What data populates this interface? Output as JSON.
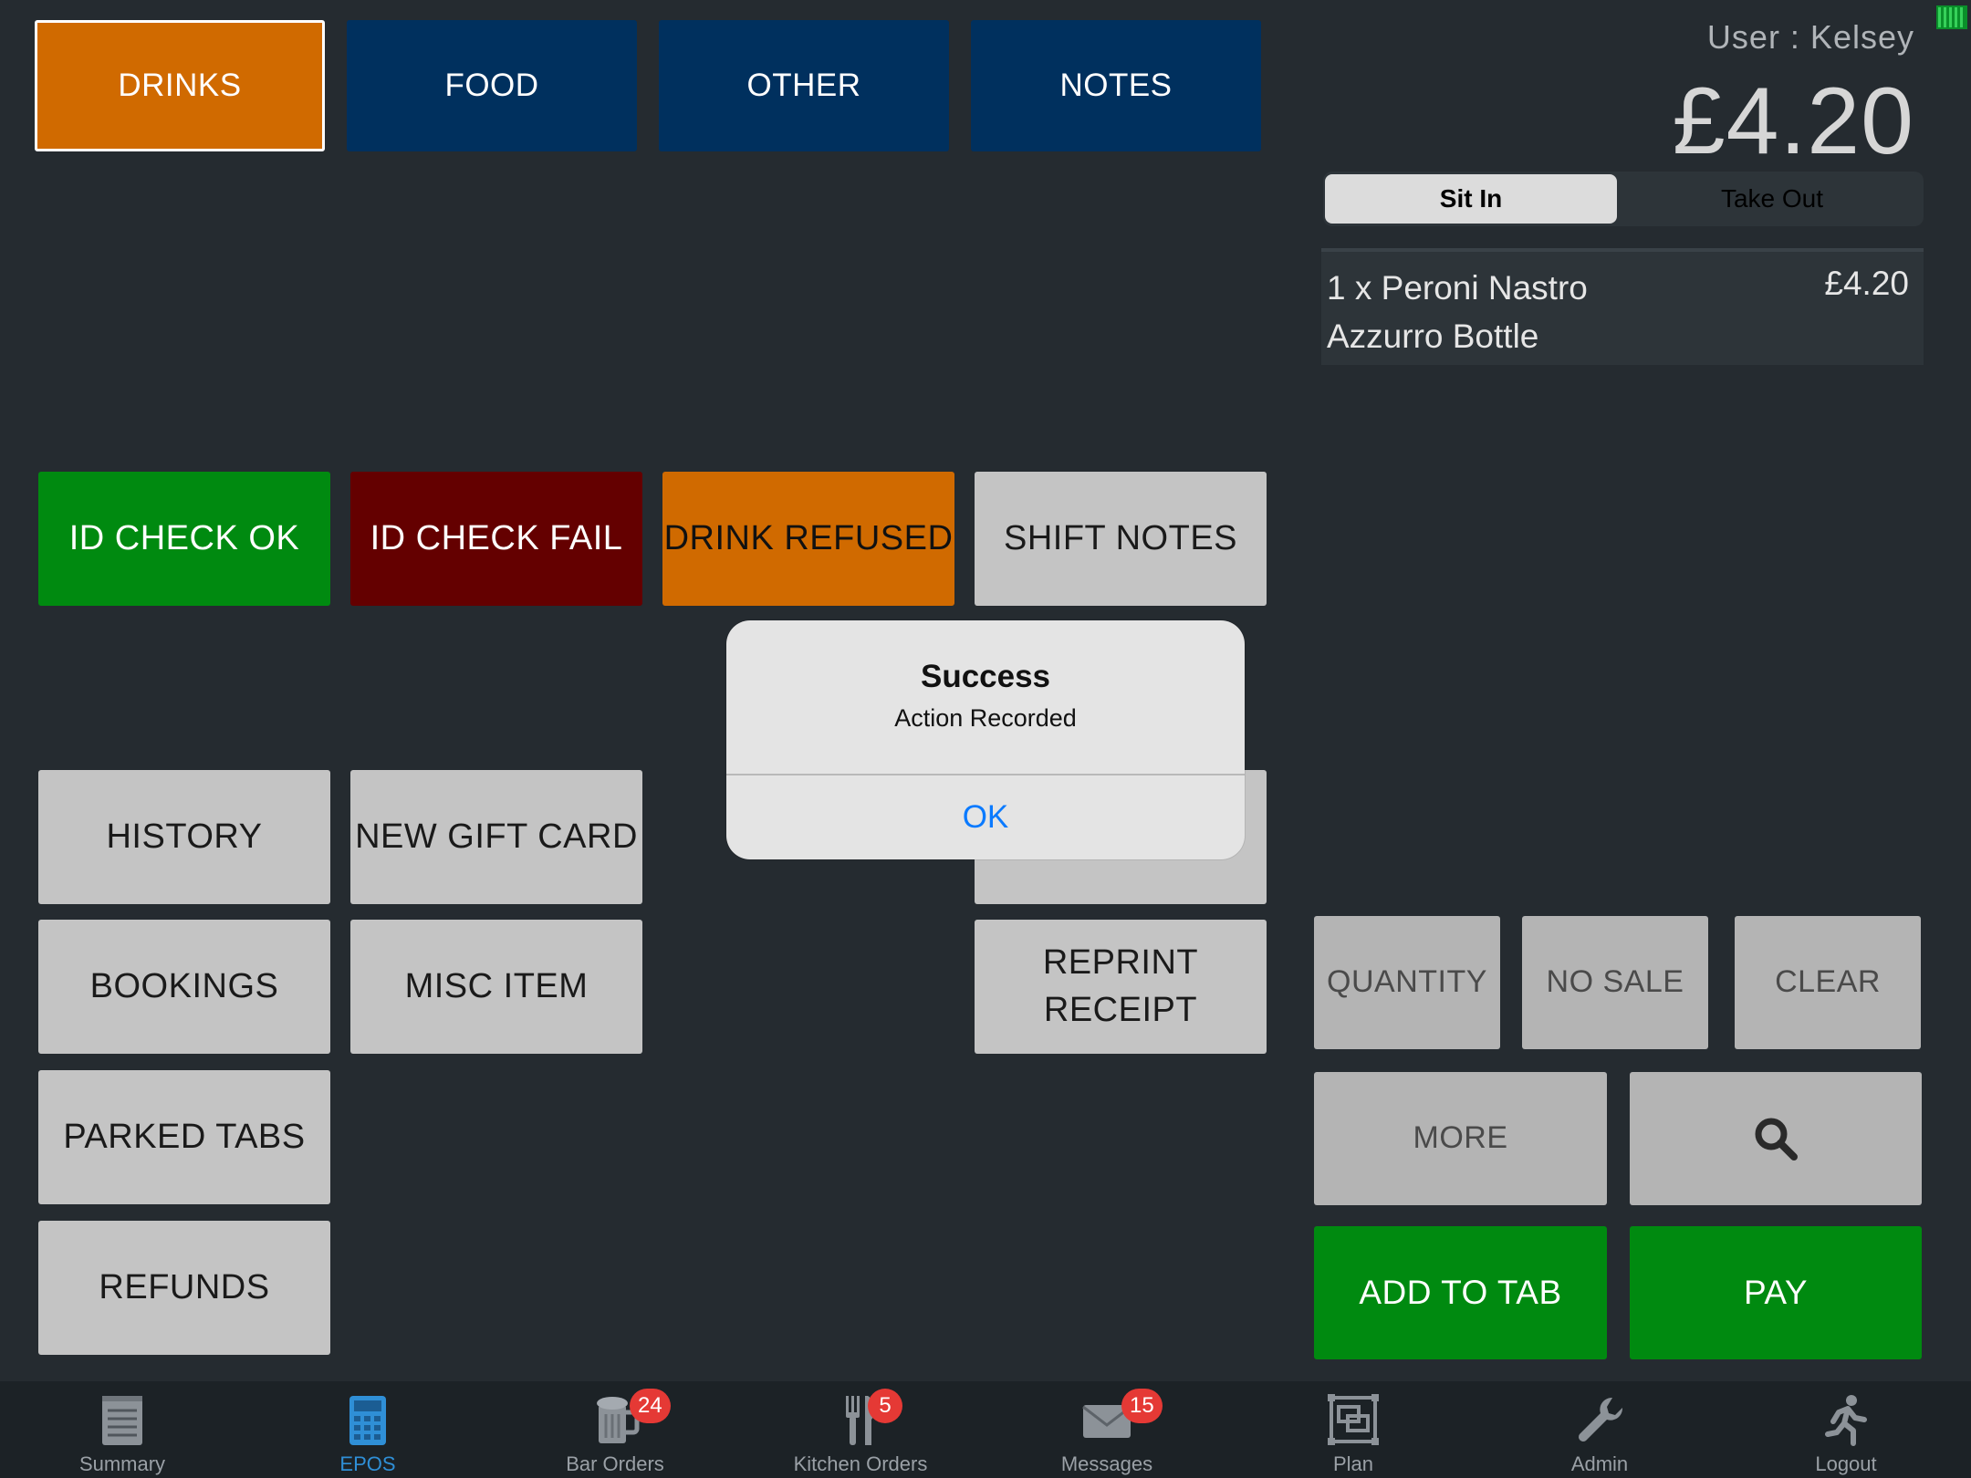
{
  "categories": [
    {
      "label": "DRINKS",
      "active": true
    },
    {
      "label": "FOOD",
      "active": false
    },
    {
      "label": "OTHER",
      "active": false
    },
    {
      "label": "NOTES",
      "active": false
    }
  ],
  "actions": {
    "id_check_ok": "ID CHECK OK",
    "id_check_fail": "ID CHECK FAIL",
    "drink_refused": "DRINK REFUSED",
    "shift_notes": "SHIFT NOTES",
    "history": "HISTORY",
    "new_gift_card": "NEW GIFT CARD",
    "bookings": "BOOKINGS",
    "misc_item": "MISC ITEM",
    "reprint_receipt": "REPRINT RECEIPT",
    "parked_tabs": "PARKED TABS",
    "refunds": "REFUNDS"
  },
  "colors": {
    "green": "#008a10",
    "dark_red": "#640000",
    "orange": "#d06a00",
    "navy": "#00305e",
    "ios_blue": "#0a7aff"
  },
  "header": {
    "user": "User : Kelsey",
    "total": "£4.20"
  },
  "order_type": {
    "sit_in": "Sit In",
    "take_out": "Take Out",
    "selected": "Sit In"
  },
  "order_items": [
    {
      "name": "1 x Peroni Nastro Azzurro Bottle",
      "price": "£4.20"
    }
  ],
  "keypad": {
    "quantity": "QUANTITY",
    "no_sale": "NO SALE",
    "clear": "CLEAR",
    "more": "MORE",
    "search_icon": "search-icon",
    "add_to_tab": "ADD TO TAB",
    "pay": "PAY"
  },
  "alert": {
    "title": "Success",
    "message": "Action Recorded",
    "ok": "OK"
  },
  "tabbar": [
    {
      "label": "Summary",
      "icon": "notepad-icon",
      "badge": null,
      "active": false
    },
    {
      "label": "EPOS",
      "icon": "calculator-icon",
      "badge": null,
      "active": true
    },
    {
      "label": "Bar Orders",
      "icon": "beer-mug-icon",
      "badge": "24",
      "active": false
    },
    {
      "label": "Kitchen Orders",
      "icon": "fork-knife-icon",
      "badge": "5",
      "active": false
    },
    {
      "label": "Messages",
      "icon": "envelope-icon",
      "badge": "15",
      "active": false
    },
    {
      "label": "Plan",
      "icon": "floor-plan-icon",
      "badge": null,
      "active": false
    },
    {
      "label": "Admin",
      "icon": "wrench-icon",
      "badge": null,
      "active": false
    },
    {
      "label": "Logout",
      "icon": "running-man-icon",
      "badge": null,
      "active": false
    }
  ]
}
